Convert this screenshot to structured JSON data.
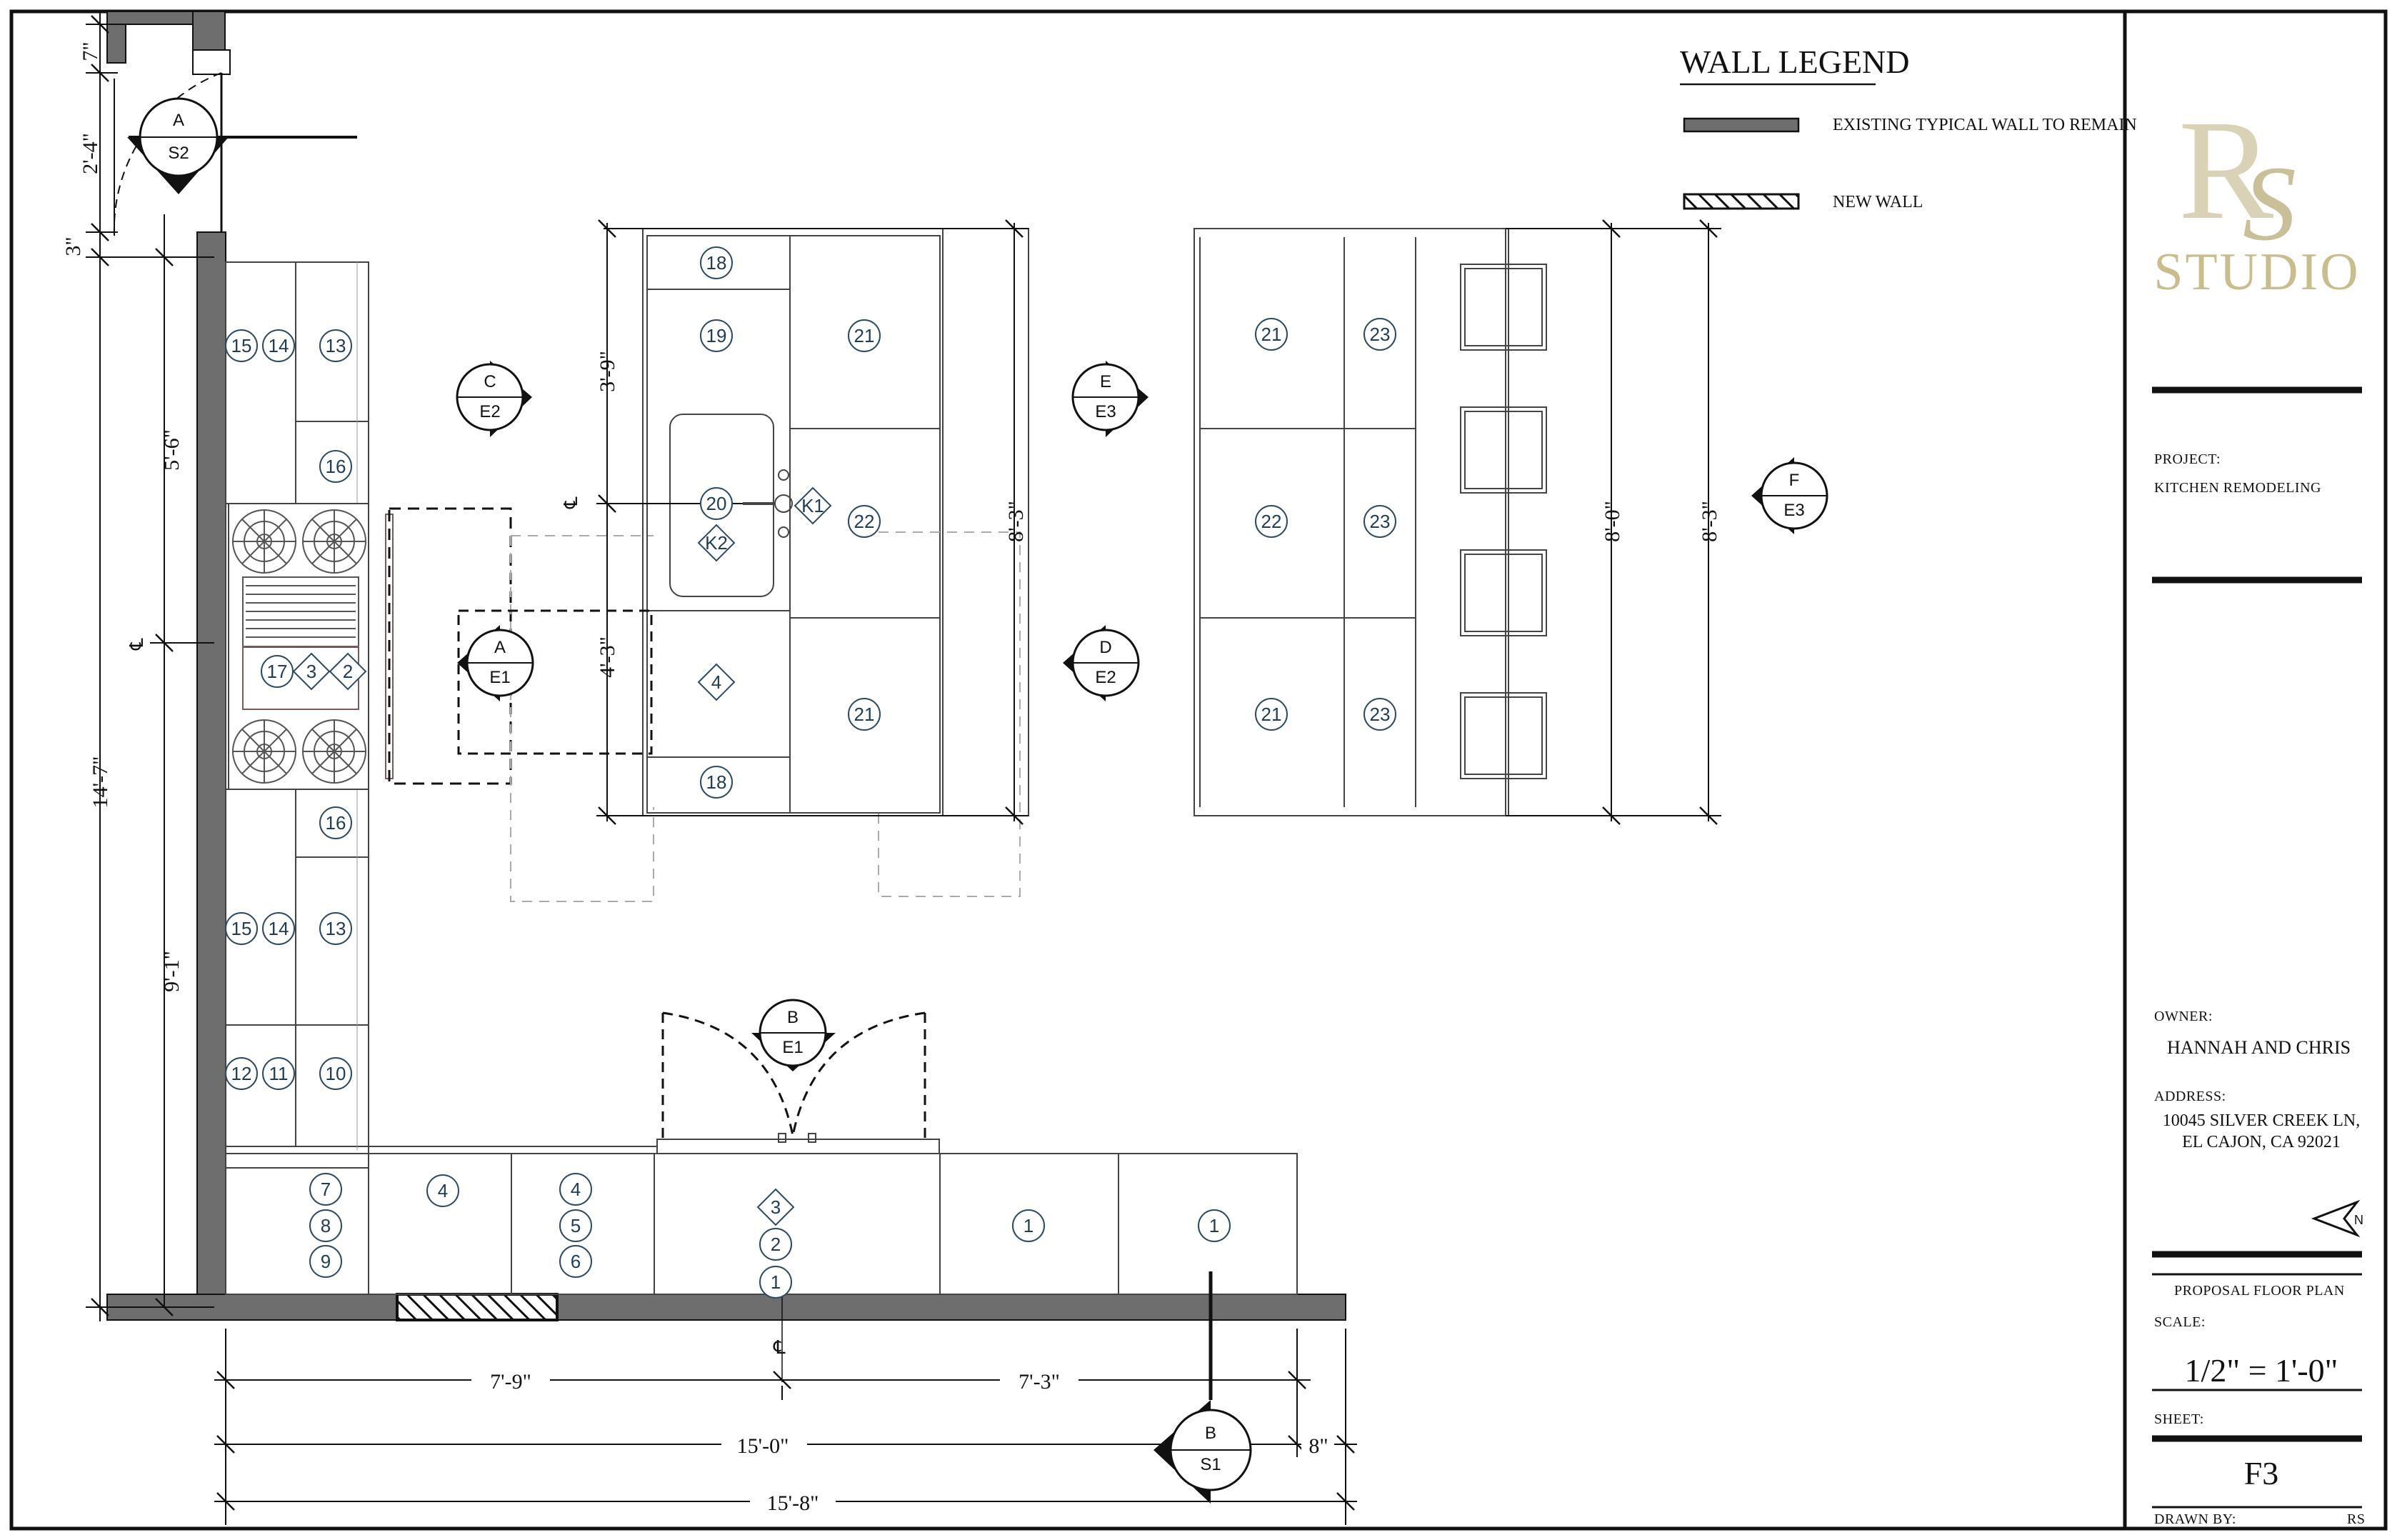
{
  "legend": {
    "title": "WALL LEGEND",
    "existing": "EXISTING TYPICAL WALL TO REMAIN",
    "new_wall": "NEW WALL"
  },
  "logo": {
    "word": "STUDIO",
    "monogram": "RS"
  },
  "titleblock": {
    "project_label": "PROJECT:",
    "project": "KITCHEN REMODELING",
    "owner_label": "OWNER:",
    "owner": "HANNAH AND CHRIS",
    "address_label": "ADDRESS:",
    "address_1": "10045 SILVER CREEK LN,",
    "address_2": "EL CAJON, CA 92021",
    "sheet_title": "PROPOSAL FLOOR PLAN",
    "scale_label": "SCALE:",
    "scale": "1/2\" = 1'-0\"",
    "sheet_label": "SHEET:",
    "sheet": "F3",
    "drawn_label": "DRAWN BY:",
    "drawn": "RS",
    "north": "N"
  },
  "dims": {
    "d7in": "7\"",
    "d2_4": "2'-4\"",
    "d3in": "3\"",
    "d5_6": "5'-6\"",
    "d14_7": "14'-7\"",
    "d9_1": "9'-1\"",
    "d3_9": "3'-9\"",
    "d4_3": "4'-3\"",
    "d8_3a": "8'-3\"",
    "d8_0": "8'-0\"",
    "d8_3b": "8'-3\"",
    "d7_9": "7'-9\"",
    "d7_3": "7'-3\"",
    "d15_0": "15'-0\"",
    "d8in": "8\"",
    "d15_8": "15'-8\""
  },
  "sections": {
    "A_S2": {
      "top": "A",
      "bottom": "S2"
    },
    "C_E2": {
      "top": "C",
      "bottom": "E2"
    },
    "A_E1": {
      "top": "A",
      "bottom": "E1"
    },
    "E_E3": {
      "top": "E",
      "bottom": "E3"
    },
    "D_E2": {
      "top": "D",
      "bottom": "E2"
    },
    "F_E3": {
      "top": "F",
      "bottom": "E3"
    },
    "B_E1": {
      "top": "B",
      "bottom": "E1"
    },
    "B_S1": {
      "top": "B",
      "bottom": "S1"
    }
  },
  "marks": [
    "15",
    "14",
    "13",
    "16",
    "17",
    "3",
    "2",
    "16",
    "15",
    "14",
    "13",
    "12",
    "11",
    "10",
    "7",
    "8",
    "9",
    "4",
    "4",
    "5",
    "6",
    "1",
    "3",
    "2",
    "1",
    "1",
    "18",
    "19",
    "21",
    "20",
    "K1",
    "22",
    "K2",
    "4",
    "21",
    "18",
    "21",
    "23",
    "22",
    "23",
    "21",
    "23"
  ],
  "colors": {
    "wall": "#6e6e6e",
    "line": "#111111",
    "mark": "#1f3d55",
    "logo": "#d9d2b6"
  }
}
